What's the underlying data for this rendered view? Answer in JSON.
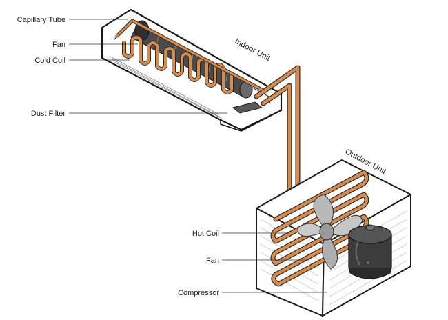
{
  "labels": {
    "capillary_tube": "Capillary Tube",
    "indoor_fan": "Fan",
    "cold_coil": "Cold Coil",
    "dust_filter": "Dust Filter",
    "hot_coil": "Hot Coil",
    "outdoor_fan": "Fan",
    "compressor": "Compressor"
  },
  "units": {
    "indoor": "Indoor Unit",
    "outdoor": "Outdoor Unit"
  },
  "colors": {
    "copper": "#d28d55",
    "copper_outline": "#3a2a1e",
    "housing_outline": "#1a1a1a",
    "fan_gray": "#b9b9b9",
    "compressor_dark": "#3c3c3c"
  }
}
